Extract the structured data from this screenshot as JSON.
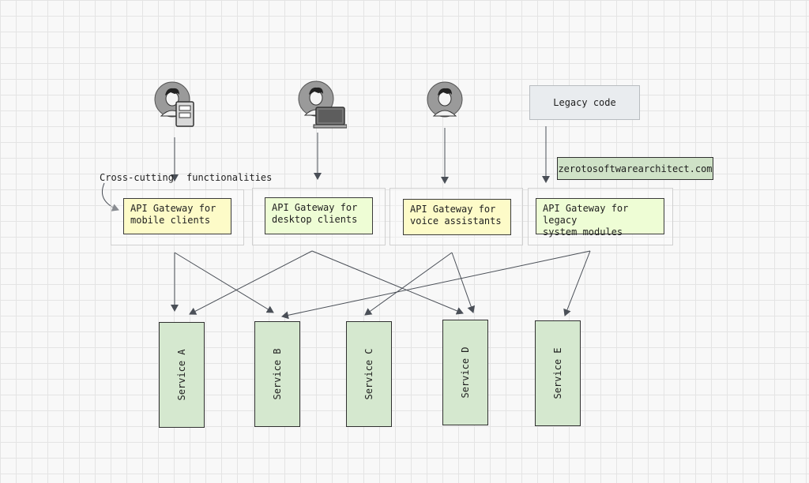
{
  "diagram": {
    "client_icons": [
      "person-with-tablet-icon",
      "person-with-laptop-icon",
      "person-icon"
    ],
    "legacy_label": "Legacy code",
    "website_label": "zerotosoftwarearchitect.com",
    "crosscut_label_1": "Cross-cutting",
    "crosscut_label_2": "functionalities",
    "gateways": [
      {
        "label": "API Gateway for\nmobile clients",
        "color": "#fdfbc8"
      },
      {
        "label": "API Gateway for\ndesktop clients",
        "color": "#eefdd5"
      },
      {
        "label": "API Gateway for\nvoice assistants",
        "color": "#fdfbc8"
      },
      {
        "label": "API Gateway for legacy\nsystem modules",
        "color": "#eefdd5"
      }
    ],
    "services": [
      {
        "label": "Service A"
      },
      {
        "label": "Service B"
      },
      {
        "label": "Service C"
      },
      {
        "label": "Service D"
      },
      {
        "label": "Service E"
      }
    ],
    "colors": {
      "service_fill": "#d5e8cf",
      "website_fill": "#cfe2c7",
      "legacy_fill": "#e9ecef",
      "arrow": "#4a4f57"
    }
  }
}
